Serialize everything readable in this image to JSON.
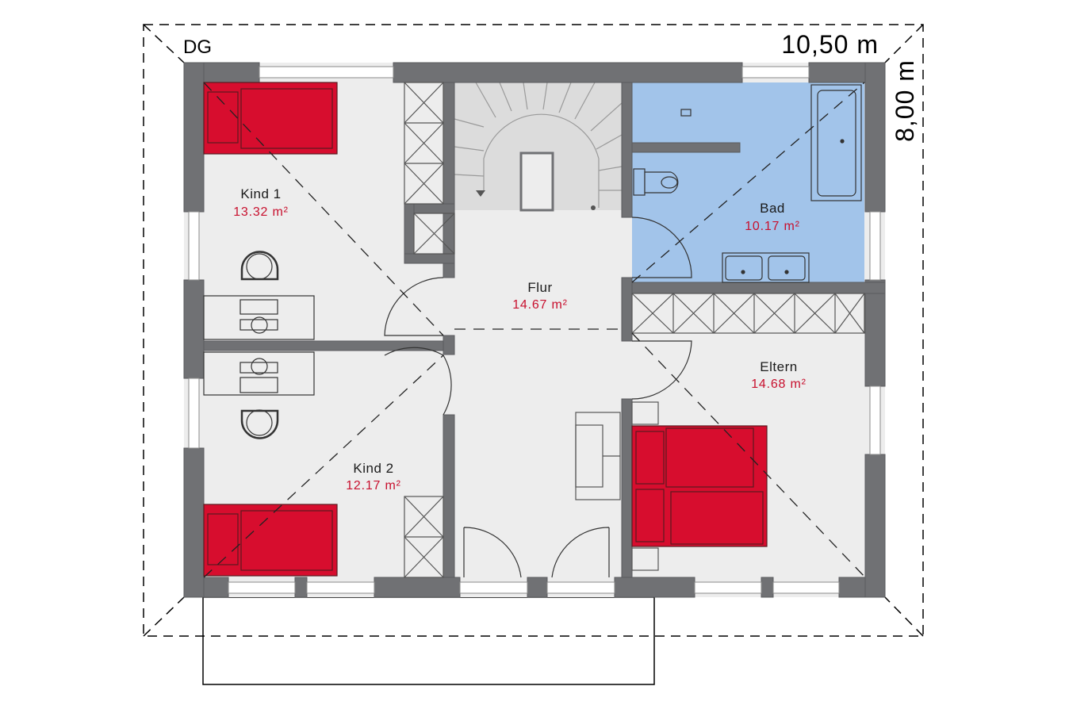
{
  "plan": {
    "floor_label": "DG",
    "width_dim": "10,50 m",
    "depth_dim": "8,00 m"
  },
  "rooms": [
    {
      "id": "kind1",
      "name": "Kind 1",
      "area": "13.32 m²"
    },
    {
      "id": "kind2",
      "name": "Kind 2",
      "area": "12.17 m²"
    },
    {
      "id": "flur",
      "name": "Flur",
      "area": "14.67 m²"
    },
    {
      "id": "bad",
      "name": "Bad",
      "area": "10.17 m²"
    },
    {
      "id": "eltern",
      "name": "Eltern",
      "area": "14.68 m²"
    }
  ],
  "colors": {
    "wall": "#707174",
    "floor": "#ededed",
    "bed": "#d70d2e",
    "bath": "#a2c4ea",
    "text_area": "#c8102e"
  }
}
